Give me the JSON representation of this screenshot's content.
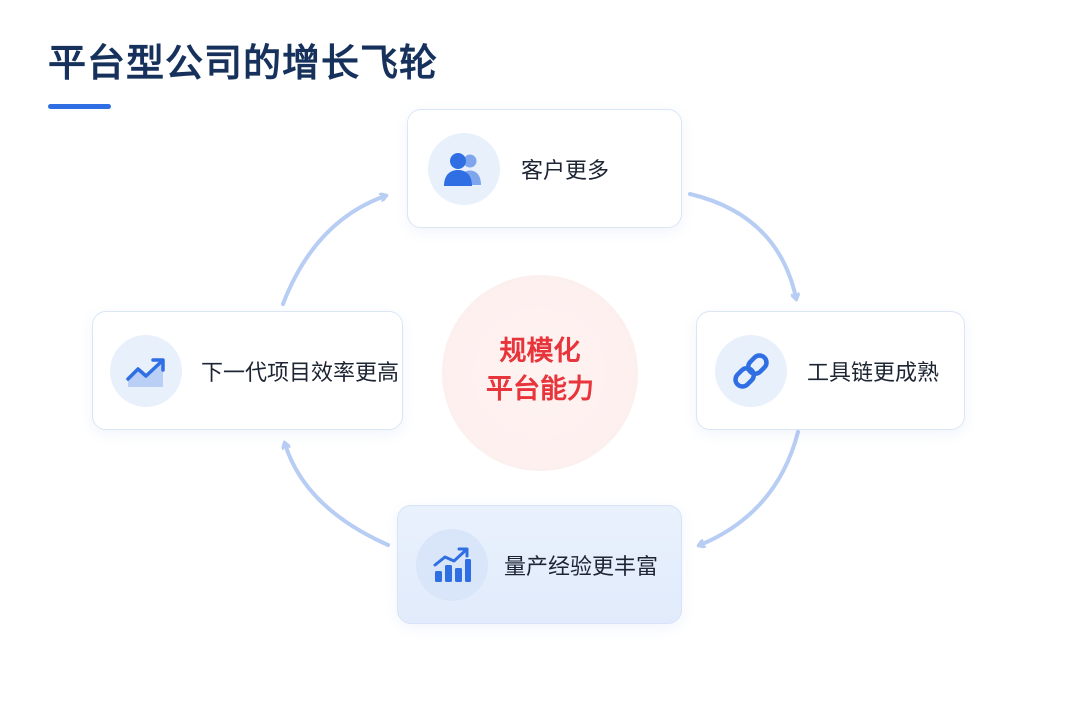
{
  "title": "平台型公司的增长飞轮",
  "center": {
    "line1": "规模化",
    "line2": "平台能力"
  },
  "nodes": {
    "top": {
      "label": "客户更多",
      "icon": "users-icon"
    },
    "right": {
      "label": "工具链更成熟",
      "icon": "link-icon"
    },
    "bottom": {
      "label": "量产经验更丰富",
      "icon": "bar-chart-up-icon"
    },
    "left": {
      "label": "下一代项目效率更高",
      "icon": "trend-up-icon"
    }
  },
  "colors": {
    "title": "#16325c",
    "accent": "#2f6fe3",
    "center_text": "#e8343b",
    "arrow": "#b7cdf4",
    "icon": "#2f6fe3"
  }
}
